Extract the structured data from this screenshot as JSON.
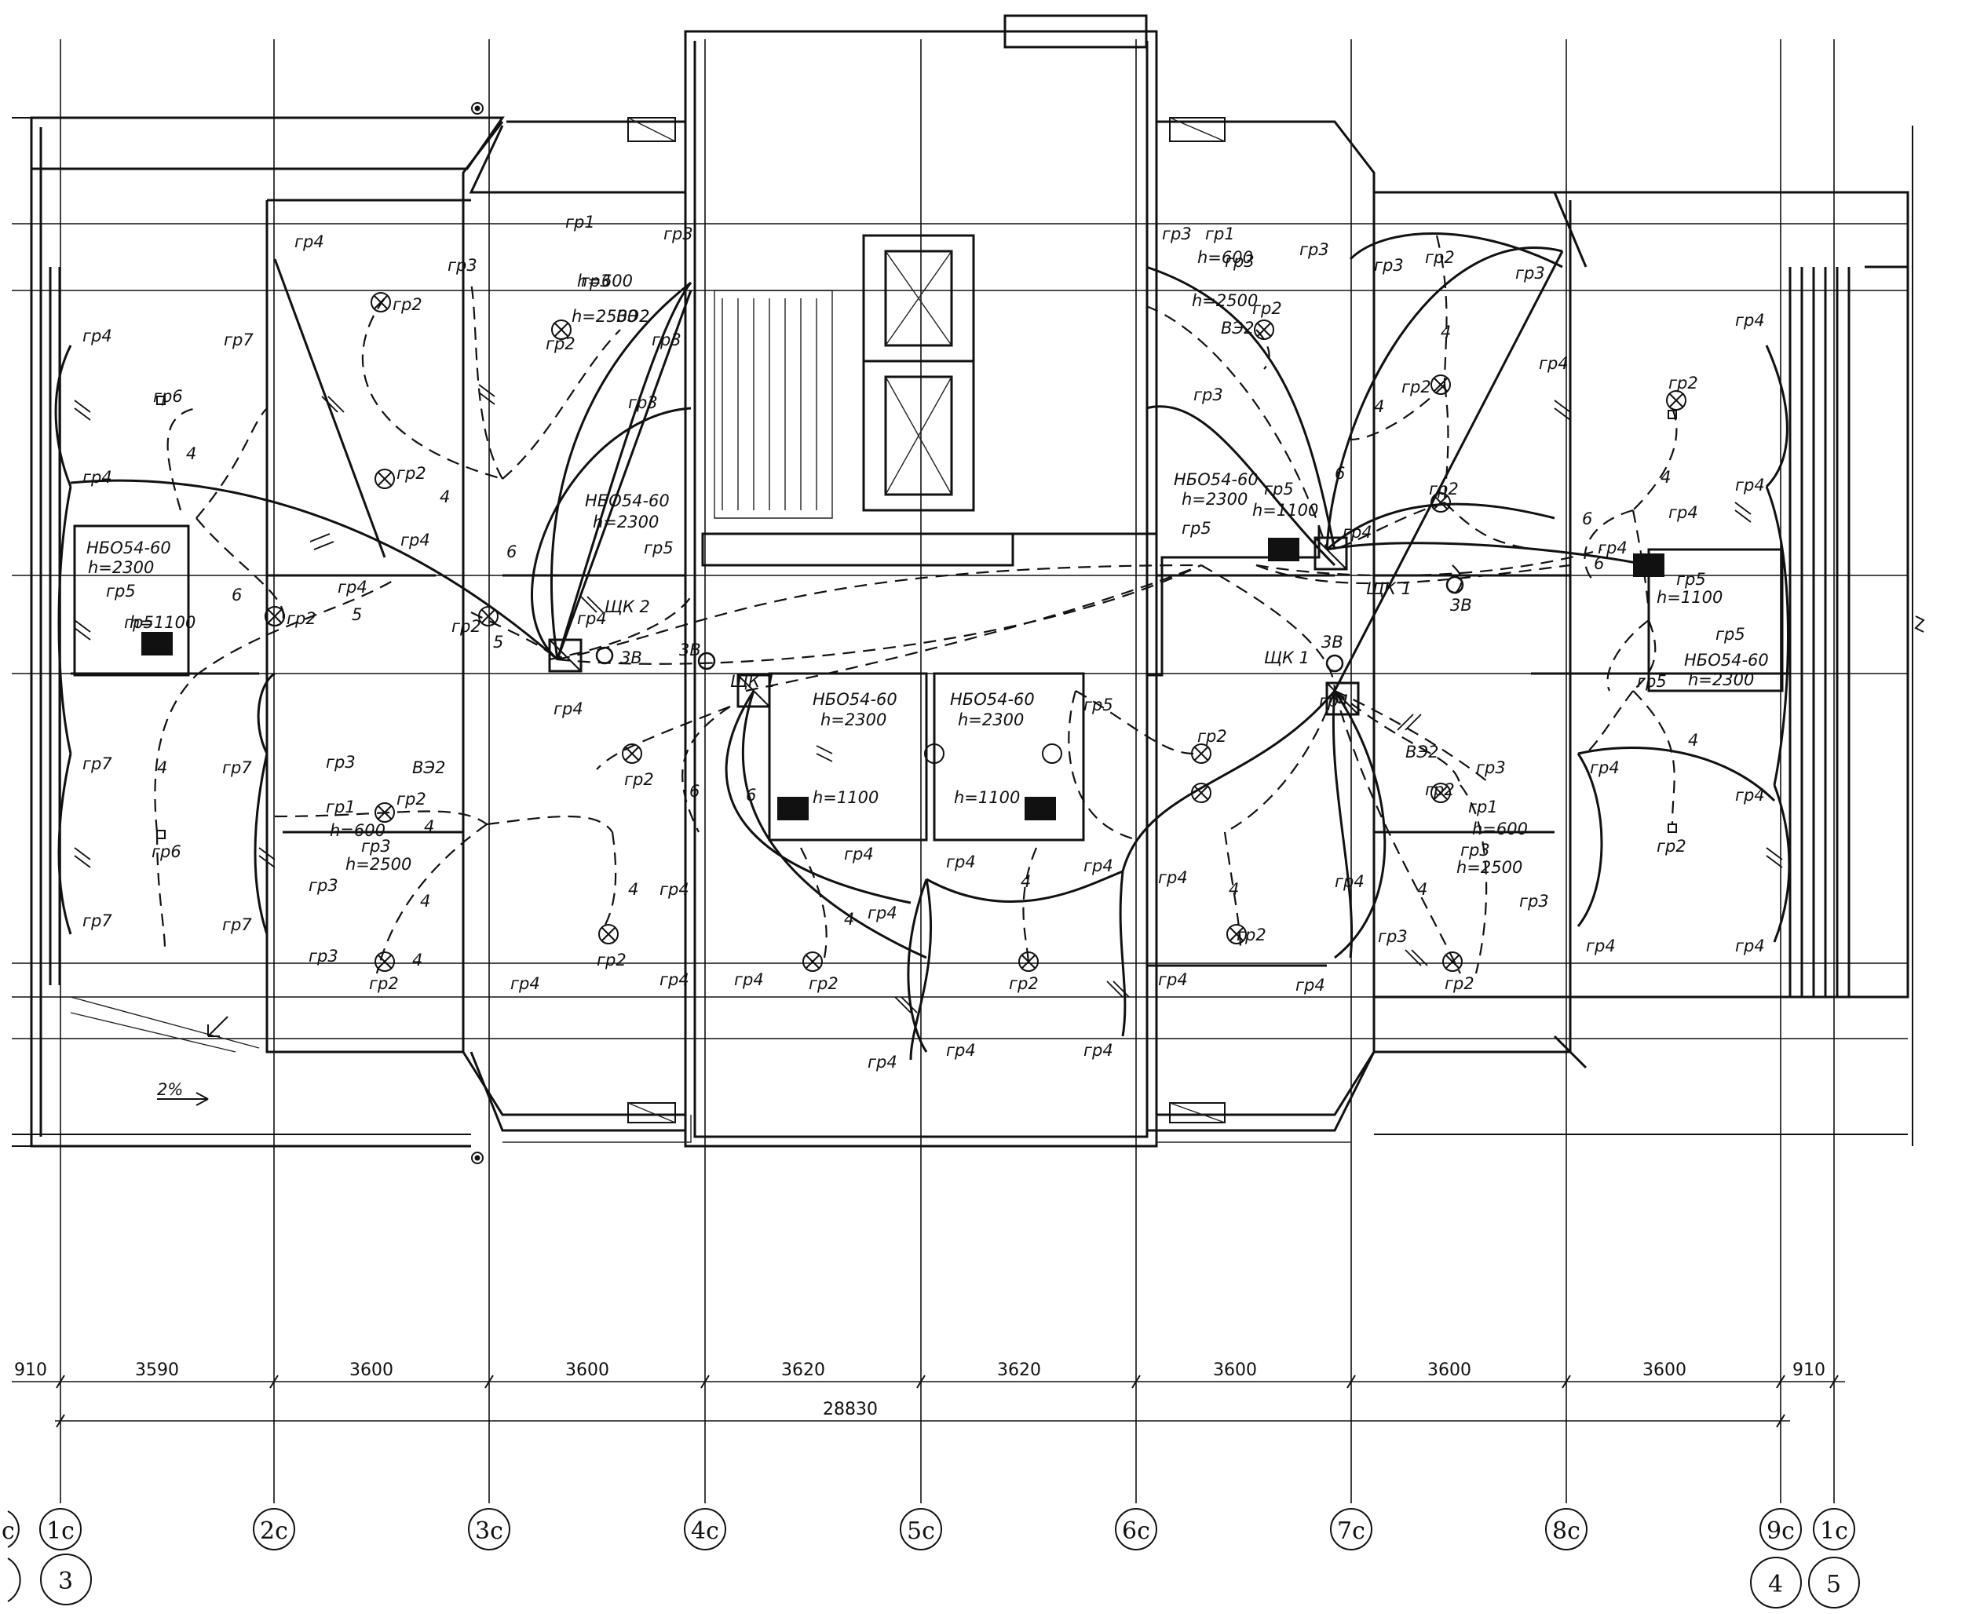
{
  "dimensions": {
    "segments": [
      "910",
      "3590",
      "3600",
      "3600",
      "3620",
      "3620",
      "3600",
      "3600",
      "3600",
      "910"
    ],
    "total": "28830"
  },
  "axes": {
    "bottom": [
      "1c",
      "2c",
      "3c",
      "4c",
      "5c",
      "6c",
      "7c",
      "8c",
      "9c",
      "1c"
    ],
    "sub": [
      "3",
      "4",
      "5"
    ],
    "partial": "c"
  },
  "panels": {
    "shk1": "ЩК 1",
    "shk2": "ЩК 2",
    "zv": "3В"
  },
  "fixtures": {
    "nbo": "НБО54-60",
    "h2300": "h=2300",
    "h1100": "h=1100",
    "h600": "h=600",
    "h2500": "h=2500"
  },
  "groups": {
    "gr1": "гр1",
    "gr2": "гр2",
    "gr3": "гр3",
    "gr4": "гр4",
    "gr5": "гр5",
    "gr6": "гр6",
    "gr7": "гр7"
  },
  "wires": {
    "n4": "4",
    "n5": "5",
    "n6": "6",
    "v32": "ВЭ2"
  },
  "slope": "2%"
}
